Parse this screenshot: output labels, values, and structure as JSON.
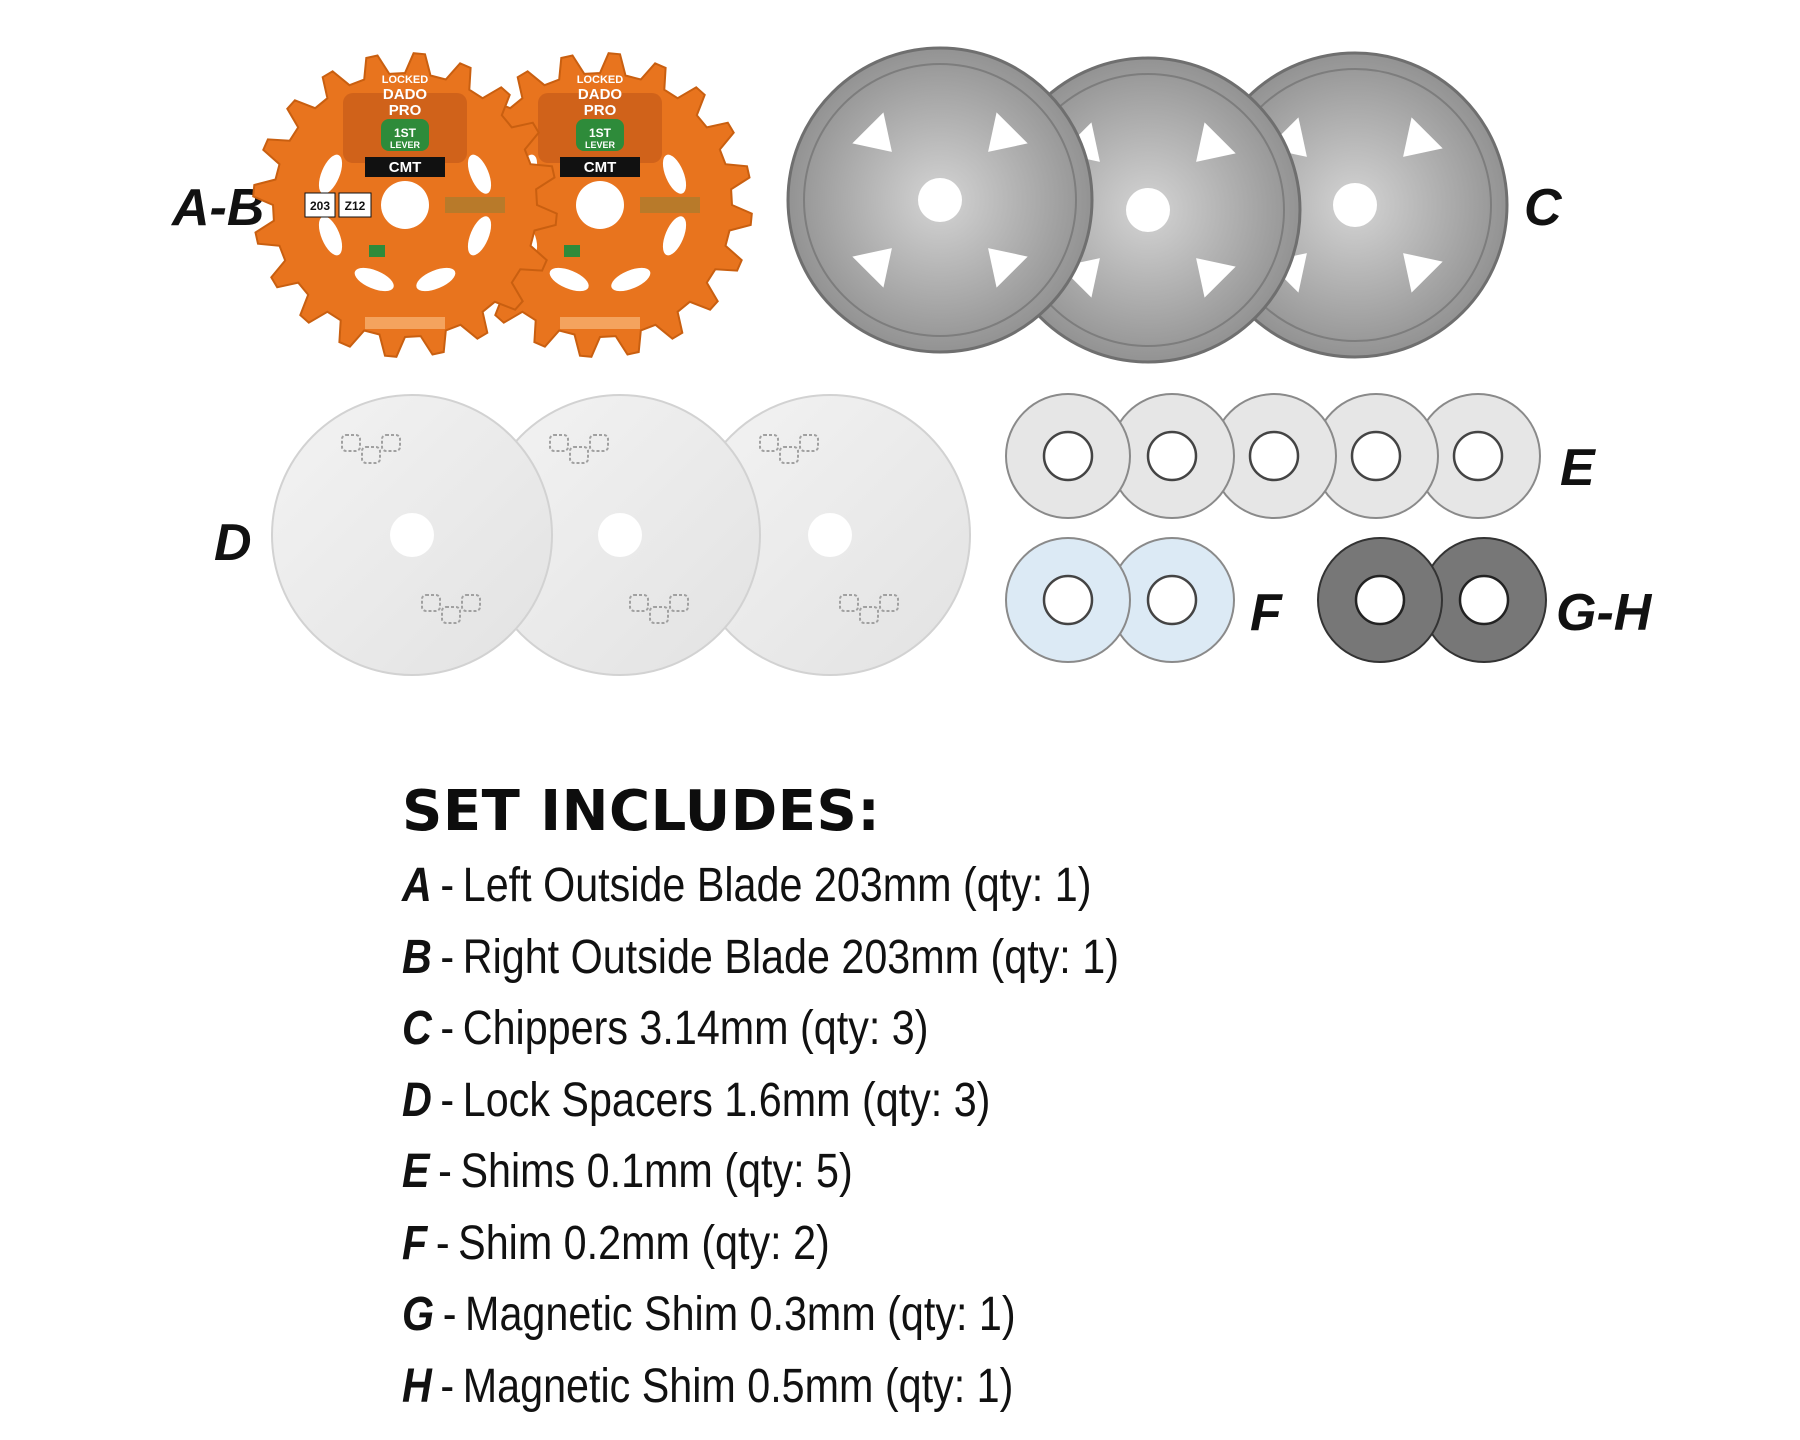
{
  "group_labels": {
    "ab": "A-B",
    "c": "C",
    "d": "D",
    "e": "E",
    "f": "F",
    "gh": "G-H"
  },
  "blade_graphics": {
    "brand_top": "LOCKED",
    "brand_line1": "DADO",
    "brand_line2": "PRO",
    "badge_main": "1ST",
    "badge_sub": "LEVER",
    "logo": "CMT",
    "diameter": "203",
    "teeth": "Z12"
  },
  "colors": {
    "outside_blade": "#e8741e",
    "chipper": "#a9a9a9",
    "lock_spacer": "#ececec",
    "shim_0_1": "#e6e6e6",
    "shim_0_2": "#dceaf5",
    "magnetic_shim": "#777777"
  },
  "set_includes": {
    "title": "SET INCLUDES:",
    "separator": "-",
    "items": [
      {
        "letter": "A",
        "text": "Left Outside Blade 203mm (qty: 1)"
      },
      {
        "letter": "B",
        "text": "Right Outside Blade 203mm (qty: 1)"
      },
      {
        "letter": "C",
        "text": "Chippers 3.14mm (qty: 3)"
      },
      {
        "letter": "D",
        "text": "Lock Spacers 1.6mm (qty: 3)"
      },
      {
        "letter": "E",
        "text": "Shims 0.1mm (qty: 5)"
      },
      {
        "letter": "F",
        "text": "Shim 0.2mm (qty: 2)"
      },
      {
        "letter": "G",
        "text": "Magnetic Shim 0.3mm (qty: 1)"
      },
      {
        "letter": "H",
        "text": "Magnetic Shim 0.5mm (qty: 1)"
      }
    ]
  }
}
